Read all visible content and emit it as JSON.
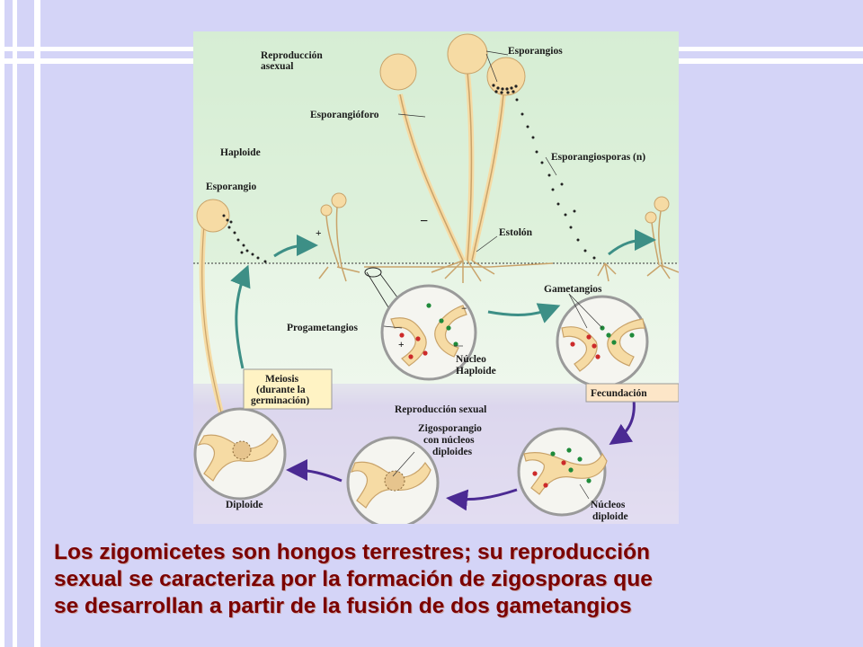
{
  "figure": {
    "labels": {
      "reproduccion_asexual_1": "Reproducción",
      "reproduccion_asexual_2": "asexual",
      "esporangios": "Esporangios",
      "esporangioforo": "Esporangióforo",
      "haploide": "Haploide",
      "esporangio": "Esporangio",
      "esporangiosporas": "Esporangiosporas (n)",
      "plus_sign": "+",
      "minus_sign": "−",
      "estolon": "Estolón",
      "gametangios": "Gametangios",
      "progametangios": "Progametangios",
      "circle_plus": "+",
      "circle_minus": "−",
      "nucleo_haploide_1": "Núcleo",
      "nucleo_haploide_2": "Haploide",
      "meiosis_1": "Meiosis",
      "meiosis_2": "(durante la",
      "meiosis_3": "germinación)",
      "fecundacion": "Fecundación",
      "reproduccion_sexual": "Reproducción sexual",
      "zigosporangio_1": "Zigosporangio",
      "zigosporangio_2": "con núcleos",
      "zigosporangio_3": "diploides",
      "diploide": "Diploide",
      "nucleos_diploide_1": "Núcleos",
      "nucleos_diploide_2": "diploide"
    },
    "colors": {
      "top_band": "#dff2df",
      "mid_band": "#eaf6ea",
      "bottom_band": "#e4e0f0",
      "fungus": "#f6dba4",
      "fungus_stroke": "#c9a36a",
      "teal_arrow": "#3d8f86",
      "purple_arrow": "#4b2a93",
      "nucleus_red": "#cc2a2a",
      "nucleus_green": "#1f8a3a"
    }
  },
  "caption": {
    "line1": "Los zigomicetes son hongos terrestres; su reproducción",
    "line2": "sexual se caracteriza por la formación de zigosporas que",
    "line3": "se desarrollan a partir de la fusión de dos gametangios"
  }
}
